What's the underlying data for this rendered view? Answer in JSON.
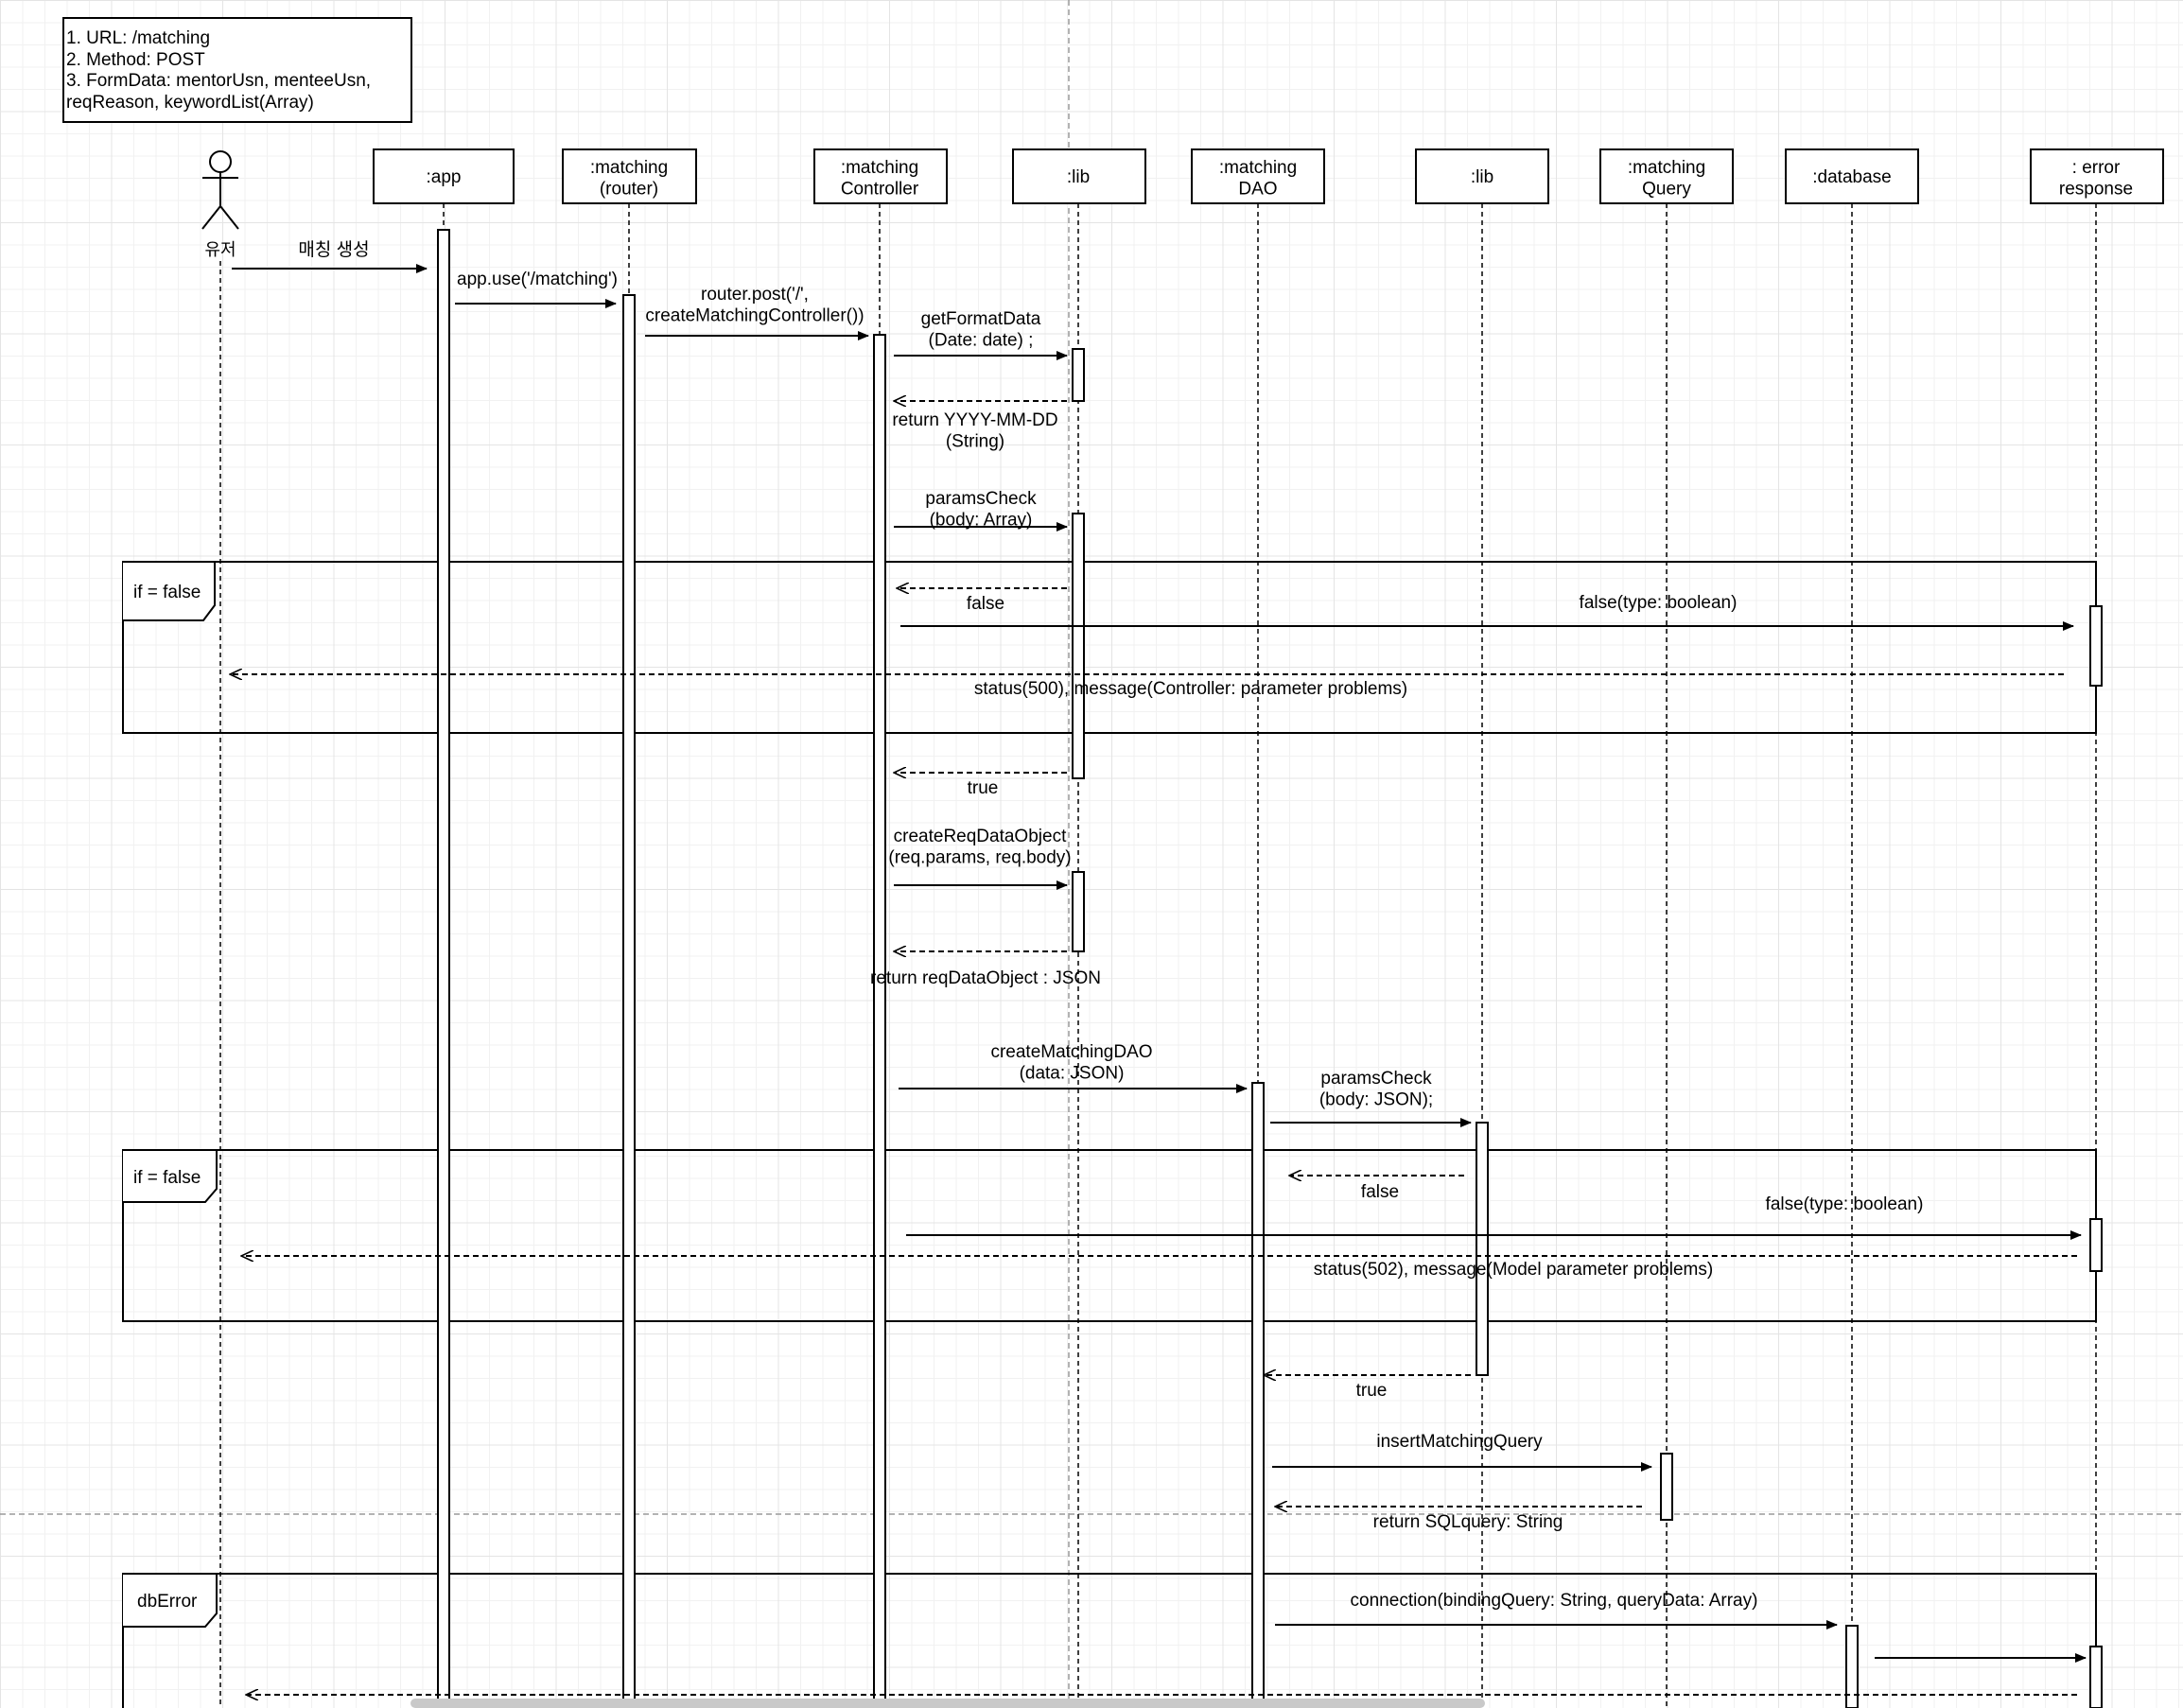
{
  "request_note": {
    "text": "1. URL: /matching\n2. Method: POST\n3. FormData: mentorUsn, menteeUsn,\nreqReason, keywordList(Array)"
  },
  "actor": {
    "label": "유저"
  },
  "lifelines": [
    {
      "id": "app",
      "label": ":app"
    },
    {
      "id": "router",
      "label": ":matching\n(router)"
    },
    {
      "id": "controller",
      "label": ":matching\nController"
    },
    {
      "id": "lib1",
      "label": ":lib"
    },
    {
      "id": "dao",
      "label": ":matching\nDAO"
    },
    {
      "id": "lib2",
      "label": ":lib"
    },
    {
      "id": "query",
      "label": ":matching\nQuery"
    },
    {
      "id": "database",
      "label": ":database"
    },
    {
      "id": "error",
      "label": ": error\nresponse"
    }
  ],
  "fragments": [
    {
      "label": "if = false"
    },
    {
      "label": "if = false"
    },
    {
      "label": "dbError"
    }
  ],
  "messages": [
    {
      "label": "매칭 생성"
    },
    {
      "label": "app.use('/matching')"
    },
    {
      "label": "router.post('/',\ncreateMatchingController())"
    },
    {
      "label": "getFormatData\n(Date: date) ;"
    },
    {
      "label": "return YYYY-MM-DD\n(String)"
    },
    {
      "label": "paramsCheck\n(body: Array)"
    },
    {
      "label": "false"
    },
    {
      "label": "false(type: boolean)"
    },
    {
      "label": "status(500), message(Controller: parameter problems)"
    },
    {
      "label": "true"
    },
    {
      "label": "createReqDataObject\n(req.params, req.body)"
    },
    {
      "label": "return reqDataObject : JSON"
    },
    {
      "label": "createMatchingDAO\n(data: JSON)"
    },
    {
      "label": "paramsCheck\n(body: JSON);"
    },
    {
      "label": "false"
    },
    {
      "label": "false(type: boolean)"
    },
    {
      "label": "status(502), message(Model parameter problems)"
    },
    {
      "label": "true"
    },
    {
      "label": "insertMatchingQuery"
    },
    {
      "label": "return SQLquery: String"
    },
    {
      "label": "connection(bindingQuery: String, queryData: Array)"
    }
  ]
}
